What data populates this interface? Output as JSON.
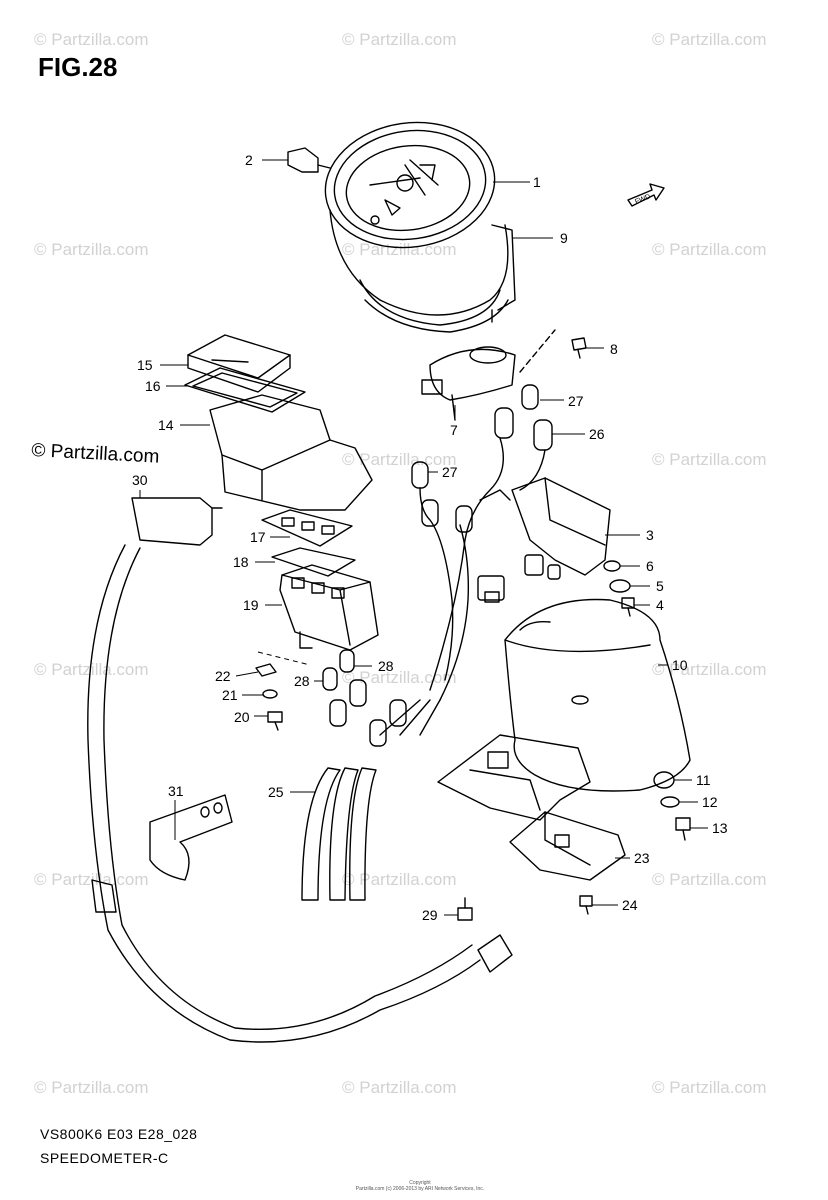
{
  "figure": {
    "title": "FIG.28",
    "model_code": "VS800K6 E03 E28_028",
    "section_name": "SPEEDOMETER-C",
    "copyright_line1": "Copyright",
    "copyright_line2": "Partzilla.com (c) 2006-2013 by ARI Network Services, Inc."
  },
  "watermark": {
    "text": "© Partzilla.com",
    "color": "#d2d2d2"
  },
  "direction_marker": {
    "label": "FWD"
  },
  "callouts": [
    {
      "id": "1",
      "label": "1"
    },
    {
      "id": "2",
      "label": "2"
    },
    {
      "id": "3",
      "label": "3"
    },
    {
      "id": "4",
      "label": "4"
    },
    {
      "id": "5",
      "label": "5"
    },
    {
      "id": "6",
      "label": "6"
    },
    {
      "id": "7",
      "label": "7"
    },
    {
      "id": "8",
      "label": "8"
    },
    {
      "id": "9",
      "label": "9"
    },
    {
      "id": "10",
      "label": "10"
    },
    {
      "id": "11",
      "label": "11"
    },
    {
      "id": "12",
      "label": "12"
    },
    {
      "id": "13",
      "label": "13"
    },
    {
      "id": "14",
      "label": "14"
    },
    {
      "id": "15",
      "label": "15"
    },
    {
      "id": "16",
      "label": "16"
    },
    {
      "id": "17",
      "label": "17"
    },
    {
      "id": "18",
      "label": "18"
    },
    {
      "id": "19",
      "label": "19"
    },
    {
      "id": "20",
      "label": "20"
    },
    {
      "id": "21",
      "label": "21"
    },
    {
      "id": "22",
      "label": "22"
    },
    {
      "id": "23",
      "label": "23"
    },
    {
      "id": "24",
      "label": "24"
    },
    {
      "id": "25",
      "label": "25"
    },
    {
      "id": "26",
      "label": "26"
    },
    {
      "id": "27a",
      "label": "27"
    },
    {
      "id": "27b",
      "label": "27"
    },
    {
      "id": "28a",
      "label": "28"
    },
    {
      "id": "28b",
      "label": "28"
    },
    {
      "id": "29",
      "label": "29"
    },
    {
      "id": "30",
      "label": "30"
    },
    {
      "id": "31",
      "label": "31"
    }
  ]
}
